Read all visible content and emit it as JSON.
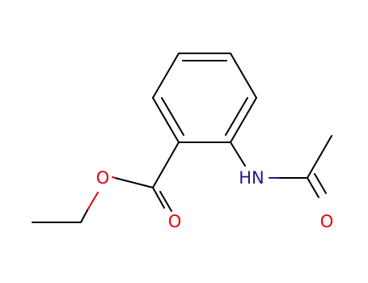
{
  "molecule": {
    "atoms": {
      "ester_o": {
        "label": "O",
        "color": "#e5000b"
      },
      "carbonyl_o": {
        "label": "O",
        "color": "#e5000b"
      },
      "amide_n": {
        "label": "HN",
        "color": "#1a1a8c"
      },
      "amide_o": {
        "label": "O",
        "color": "#e5000b"
      }
    }
  }
}
